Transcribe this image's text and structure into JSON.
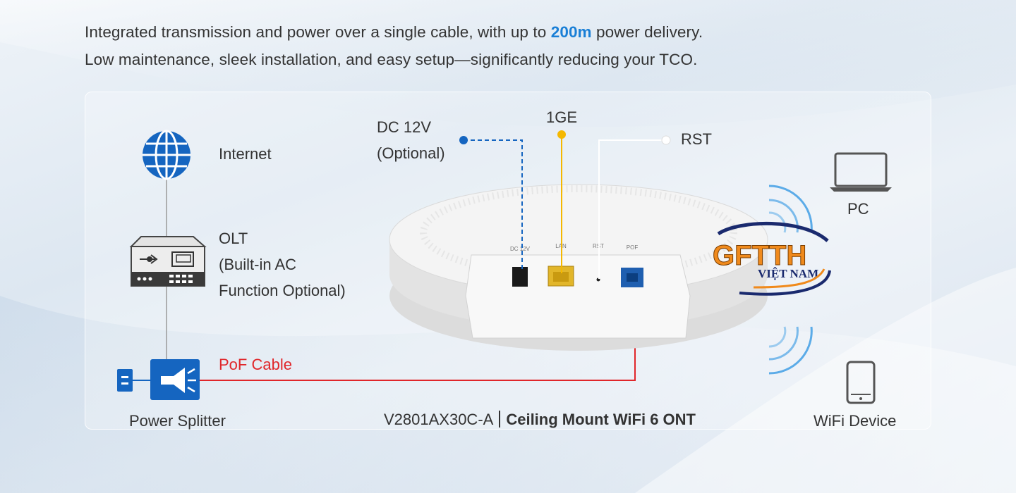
{
  "intro": {
    "line1_pre": "Integrated transmission and power over a single cable, with up to ",
    "line1_highlight": "200m",
    "line1_post": " power delivery.",
    "line2": "Low maintenance, sleek installation, and easy setup—significantly reducing your TCO."
  },
  "nodes": {
    "internet": "Internet",
    "olt_line1": "OLT",
    "olt_line2": "(Built-in AC",
    "olt_line3": "Function Optional)",
    "splitter": "Power Splitter",
    "pof_cable": "PoF Cable",
    "pc": "PC",
    "wifi_device": "WiFi Device"
  },
  "callouts": {
    "dc_line1": "DC 12V",
    "dc_line2": "(Optional)",
    "ge": "1GE",
    "rst": "RST"
  },
  "device_ports": {
    "dc": "DC 12V",
    "lan": "LAN",
    "rst": "RST",
    "pof": "POF"
  },
  "model": {
    "code": "V2801AX30C-A",
    "name": "Ceiling Mount WiFi 6 ONT"
  },
  "watermark": {
    "brand": "GFTTH",
    "sub": "VIỆT NAM"
  },
  "colors": {
    "accent_blue": "#1a7fd6",
    "pof_red": "#e0262a",
    "ge_yellow": "#f5b800",
    "icon_blue": "#1565c0"
  }
}
